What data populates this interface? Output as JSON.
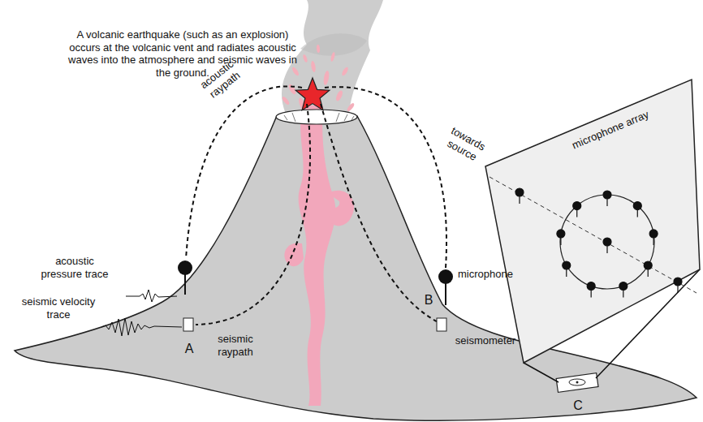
{
  "diagram": {
    "labels": [
      "A volcanic earthquake (such as an explosion) occurs at the volcanic vent and radiates acoustic waves into the atmosphere and seismic waves in the ground.",
      "acoustic raypath",
      "acoustic pressure trace",
      "seismic velocity trace",
      "seismic raypath",
      "microphone",
      "seismometer",
      "towards source",
      "microphone array",
      "A",
      "B",
      "C"
    ]
  }
}
